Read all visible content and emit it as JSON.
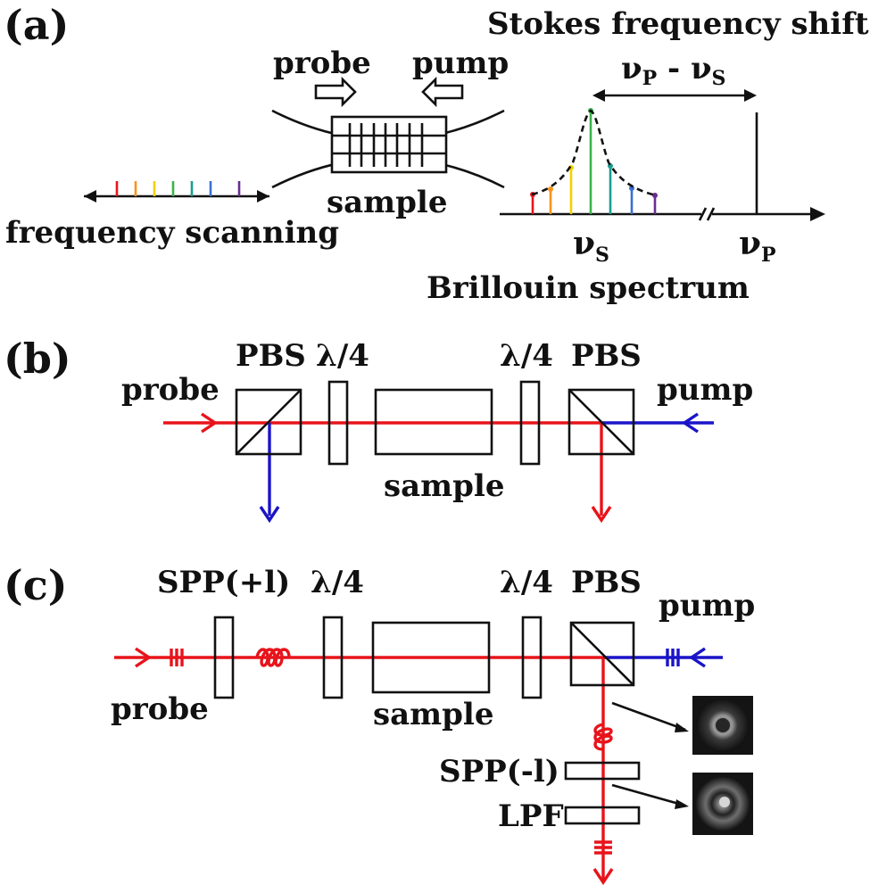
{
  "panels": {
    "a": "(a)",
    "b": "(b)",
    "c": "(c)"
  },
  "panel_a": {
    "title": "Stokes frequency shift",
    "probe": "probe",
    "pump": "pump",
    "sample": "sample",
    "scan": "frequency scanning",
    "spectrum": "Brillouin spectrum",
    "shift_nu": "ν",
    "shift_p": "P",
    "shift_dash": " - ",
    "shift_s": "S",
    "nu_s_main": "ν",
    "nu_s_sub": "S",
    "nu_p_main": "ν",
    "nu_p_sub": "P",
    "line_colors": [
      "#e8141b",
      "#f7941d",
      "#f2d000",
      "#3cb34a",
      "#1a9e8f",
      "#3a6fd1",
      "#6a2c91"
    ]
  },
  "panel_b": {
    "pbs_left": "PBS",
    "qwp_left": "λ/4",
    "qwp_right": "λ/4",
    "pbs_right": "PBS",
    "probe": "probe",
    "pump": "pump",
    "sample": "sample"
  },
  "panel_c": {
    "spp_plus": "SPP(+l)",
    "qwp_left": "λ/4",
    "qwp_right": "λ/4",
    "pbs": "PBS",
    "pump": "pump",
    "probe": "probe",
    "sample": "sample",
    "spp_minus": "SPP(-l)",
    "lpf": "LPF"
  },
  "colors": {
    "probe_beam": "#e8141b",
    "pump_beam": "#1a14c8"
  }
}
